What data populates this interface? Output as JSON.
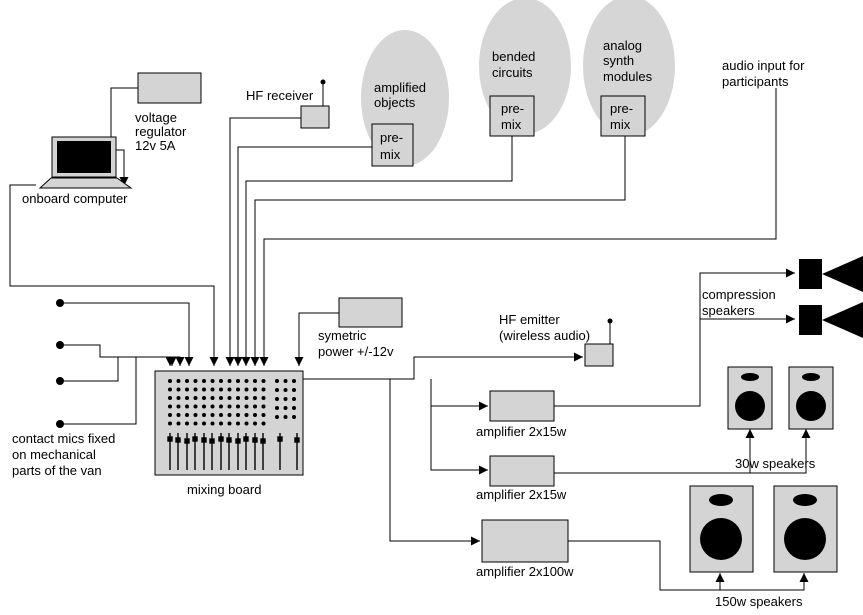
{
  "labels": {
    "voltage_regulator": [
      "voltage",
      "regulator",
      "12v 5A"
    ],
    "hf_receiver": "HF receiver",
    "amplified_objects": [
      "amplified",
      "objects"
    ],
    "bended_circuits": [
      "bended",
      "circuits"
    ],
    "analog_synth": [
      "analog",
      "synth",
      "modules"
    ],
    "audio_input": [
      "audio input for",
      "participants"
    ],
    "premix": [
      "pre-",
      "mix"
    ],
    "onboard_computer": "onboard computer",
    "symetric_power": [
      "symetric",
      "power +/-12v"
    ],
    "hf_emitter": [
      "HF emitter",
      "(wireless audio)"
    ],
    "compression_speakers": [
      "compression",
      "speakers"
    ],
    "contact_mics": [
      "contact mics fixed",
      "on mechanical",
      "parts of the van"
    ],
    "mixing_board": "mixing board",
    "amplifier_1": "amplifier 2x15w",
    "amplifier_2": "amplifier 2x15w",
    "amplifier_3": "amplifier 2x100w",
    "speakers_30w": "30w speakers",
    "speakers_150w": "150w speakers"
  },
  "colors": {
    "box_fill": "#d4d4d4",
    "cloud_fill": "#d6d6d6",
    "line": "#000000"
  }
}
